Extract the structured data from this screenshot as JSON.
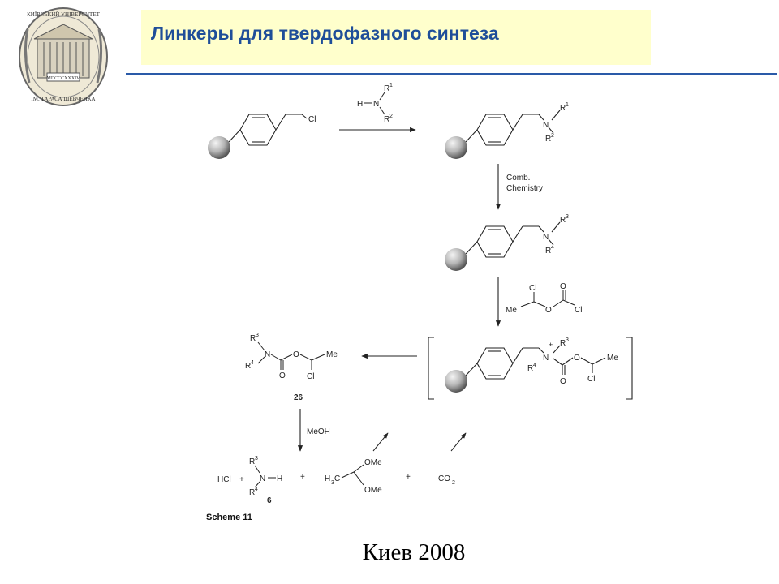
{
  "title": "Линкеры для твердофазного синтеза",
  "footer": "Киев 2008",
  "logo": {
    "top_text": "КИЇВСЬКИЙ УНІВЕРСИТЕТ",
    "bottom_text": "ІМ. ТАРАСА ШЕВЧЕНКА",
    "year_text": "MDCCCXXXIV"
  },
  "scheme": {
    "caption": "Scheme 11",
    "compound_26": "26",
    "compound_6": "6",
    "reagent_amine": {
      "r1": "R",
      "r1_sup": "1",
      "r2": "R",
      "r2_sup": "2",
      "h": "H",
      "n": "N"
    },
    "cl": "Cl",
    "n": "N",
    "r1": "R",
    "sup1": "1",
    "r2": "R",
    "sup2": "2",
    "r3": "R",
    "sup3": "3",
    "r4": "R",
    "sup4": "4",
    "comb_line1": "Comb.",
    "comb_line2": "Chemistry",
    "me": "Me",
    "o": "O",
    "h": "H",
    "plus_charge": "+",
    "meoh": "MeOH",
    "hcl": "HCl",
    "plus": "+",
    "h3c": "H",
    "h3c_sub": "3",
    "h3c_c": "C",
    "ome": "OMe",
    "co2": "CO",
    "co2_sub": "2"
  }
}
